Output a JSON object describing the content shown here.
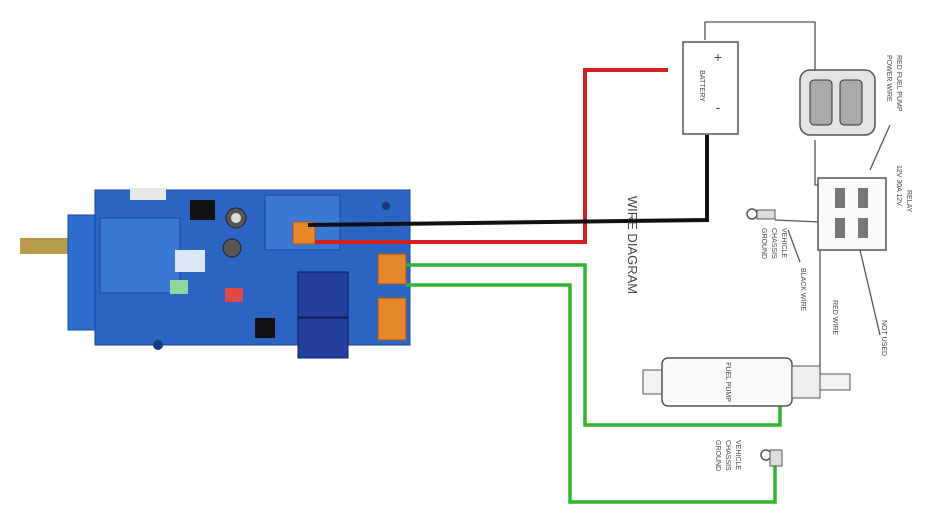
{
  "diagram": {
    "title": "WIRE DIAGRAM",
    "battery": {
      "label": "BATTERY",
      "plus": "+",
      "minus": "-"
    },
    "fuel_pump": {
      "label": "FUEL PUMP"
    },
    "relay_annotation": {
      "line1": "RELAY",
      "line2": "12V 30A  12V"
    },
    "red_fuel_pump_power_wire": {
      "line1": "RED FUEL PUMP",
      "line2": "POWER WIRE"
    },
    "vehicle_chassis_ground_top": {
      "line1": "VEHICLE",
      "line2": "CHASSIS",
      "line3": "GROUND"
    },
    "black_wire": "BLACK WIRE",
    "red_wire": "RED WIRE",
    "not_used": "NOT USED",
    "vehicle_chassis_ground_bottom": {
      "line1": "VEHICLE",
      "line2": "CHASSIS",
      "line3": "GROUND"
    },
    "colors": {
      "red_wire": "#d42020",
      "black_wire": "#111111",
      "green_wire": "#2fb52f",
      "pcb": "#2b64c4",
      "line": "#555555"
    }
  }
}
